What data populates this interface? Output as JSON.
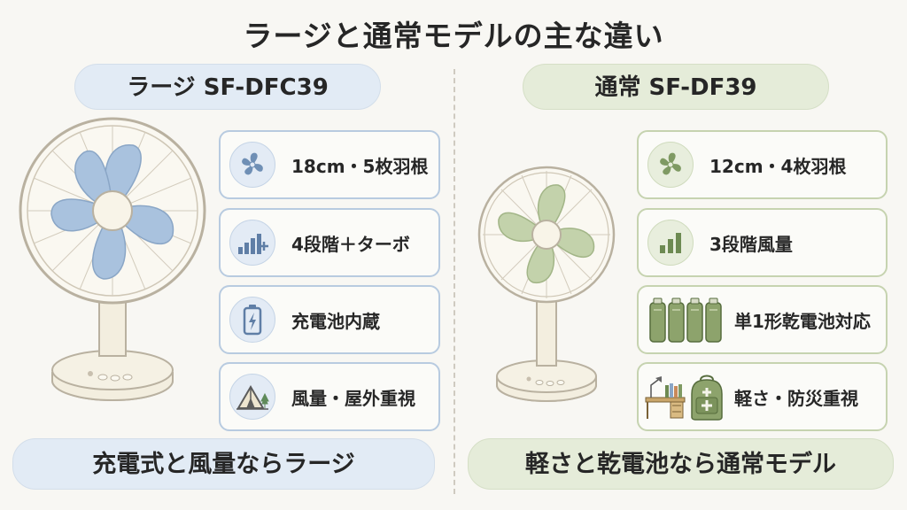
{
  "title": "ラージと通常モデルの主な違い",
  "left": {
    "model": "ラージ SF-DFC39",
    "features": [
      {
        "icon": "fan-blade-icon",
        "label": "18cm・5枚羽根"
      },
      {
        "icon": "speed-bars-plus-icon",
        "label": "4段階＋ターボ"
      },
      {
        "icon": "battery-charge-icon",
        "label": "充電池内蔵"
      },
      {
        "icon": "tent-icon",
        "label": "風量・屋外重視"
      }
    ],
    "summary": "充電式と風量ならラージ",
    "accent": "#a9c2de"
  },
  "right": {
    "model": "通常 SF-DF39",
    "features": [
      {
        "icon": "fan-blade-icon",
        "label": "12cm・4枚羽根"
      },
      {
        "icon": "speed-bars-icon",
        "label": "3段階風量"
      },
      {
        "icon": "dry-cell-batteries-icon",
        "label": "単1形乾電池対応"
      },
      {
        "icon": "desk-and-emergency-bag-icon",
        "label": "軽さ・防災重視"
      }
    ],
    "summary": "軽さと乾電池なら通常モデル",
    "accent": "#bcccA2"
  }
}
